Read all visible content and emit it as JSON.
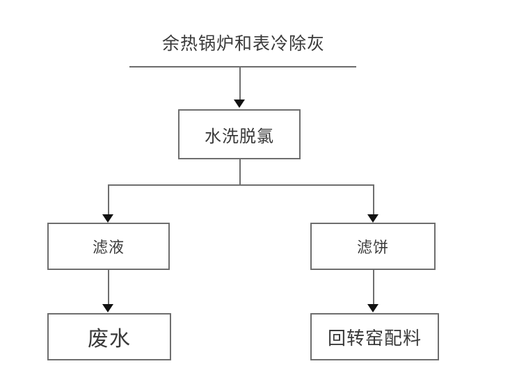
{
  "diagram": {
    "type": "flowchart",
    "title": "余热锅炉和表冷除灰",
    "nodes": [
      {
        "id": "wash",
        "label": "水洗脱氯"
      },
      {
        "id": "filtrate",
        "label": "滤液"
      },
      {
        "id": "cake",
        "label": "滤饼"
      },
      {
        "id": "waste",
        "label": "废水"
      },
      {
        "id": "kiln",
        "label": "回转窑配料"
      }
    ],
    "edges": [
      {
        "from": "title",
        "to": "wash",
        "arrow": "down-arrow-icon"
      },
      {
        "from": "wash",
        "to": "filtrate",
        "arrow": "down-arrow-icon"
      },
      {
        "from": "wash",
        "to": "cake",
        "arrow": "down-arrow-icon"
      },
      {
        "from": "filtrate",
        "to": "waste",
        "arrow": "down-arrow-icon"
      },
      {
        "from": "cake",
        "to": "kiln",
        "arrow": "down-arrow-icon"
      }
    ],
    "colors": {
      "background": "#ffffff",
      "box_border": "#6e6e6e",
      "text": "#3a3a3a",
      "arrow": "#111111",
      "rule": "#6b6b6b"
    }
  }
}
